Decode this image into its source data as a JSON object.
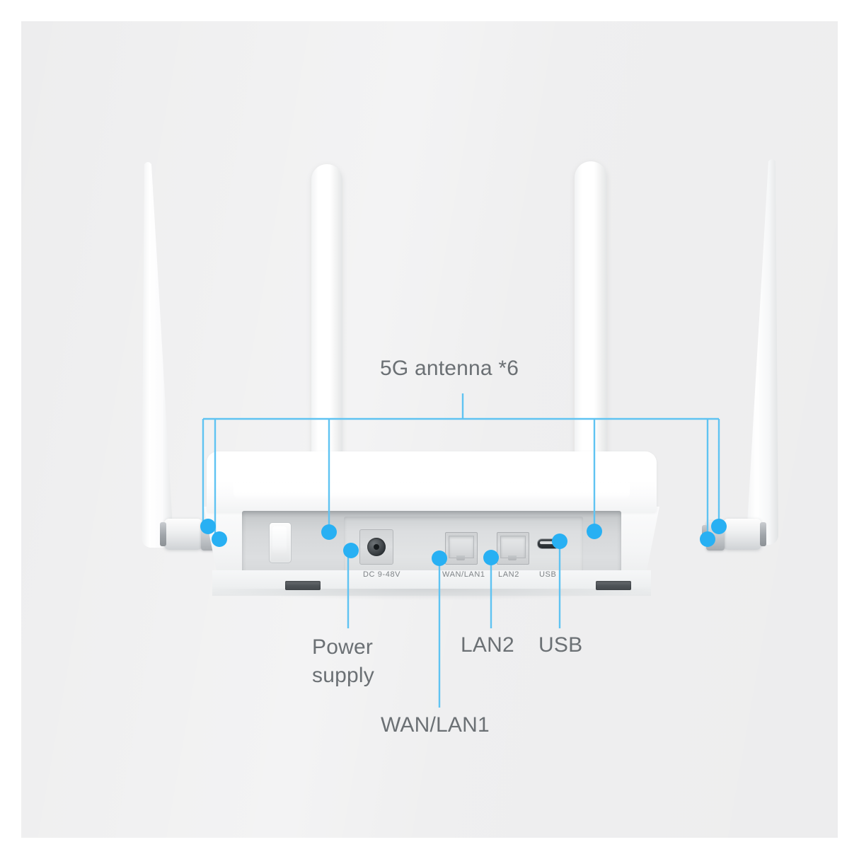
{
  "diagram": {
    "title": "Router rear panel port and antenna callout diagram",
    "accent_color": "#3cb3f0",
    "dot_color": "#28b0f3",
    "label_color": "#6b7074",
    "background_color": "#ededee",
    "page_color": "#ffffff"
  },
  "callouts": {
    "antenna": {
      "label": "5G antenna *6",
      "count": 6
    },
    "power": {
      "label": "Power\nsupply",
      "line1": "Power",
      "line2": "supply"
    },
    "lan2": {
      "label": "LAN2"
    },
    "usb": {
      "label": "USB"
    },
    "wanlan1": {
      "label": "WAN/LAN1"
    }
  },
  "silkscreen": {
    "dc": "DC 9-48V",
    "wanlan1": "WAN/LAN1",
    "lan2": "LAN2",
    "usb": "USB"
  },
  "device": {
    "ports": [
      {
        "name": "dc-power",
        "silk": "DC 9-48V",
        "type": "barrel-jack"
      },
      {
        "name": "wan-lan1",
        "silk": "WAN/LAN1",
        "type": "rj45"
      },
      {
        "name": "lan2",
        "silk": "LAN2",
        "type": "rj45"
      },
      {
        "name": "usb",
        "silk": "USB",
        "type": "usb-a"
      }
    ],
    "antennas": 6,
    "vents": 2,
    "switch": "rocker-switch"
  }
}
